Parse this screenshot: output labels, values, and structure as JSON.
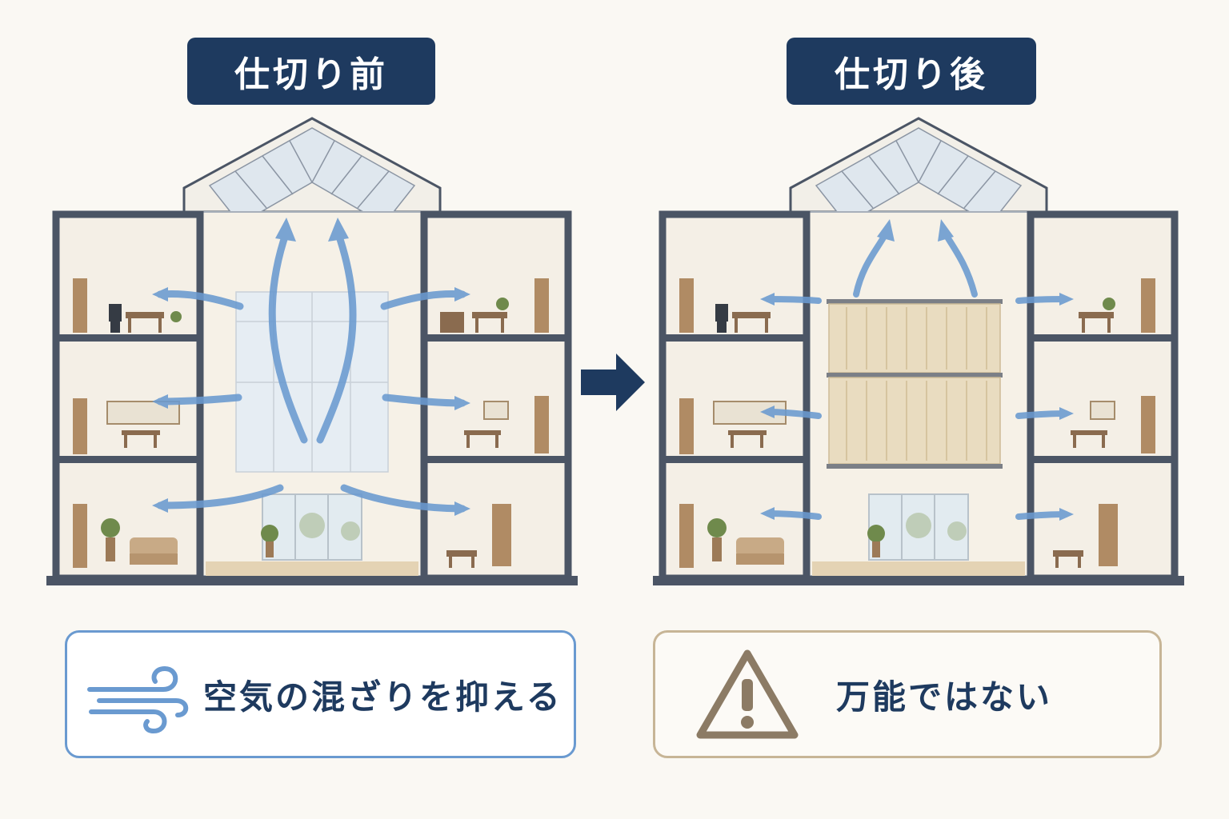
{
  "left_panel": {
    "title": "仕切り前",
    "caption": "空気の混ざりを抑える",
    "caption_icon": "wind-icon"
  },
  "right_panel": {
    "title": "仕切り後",
    "caption": "万能ではない",
    "caption_icon": "warning-icon"
  },
  "between_arrow_icon": "right-arrow-icon",
  "colors": {
    "title_bg": "#1e3a5f",
    "airflow": "#6a9ad0",
    "curtain": "#e9dcc0",
    "left_caption_border": "#6a9ad0",
    "right_caption_border": "#c7b596"
  }
}
